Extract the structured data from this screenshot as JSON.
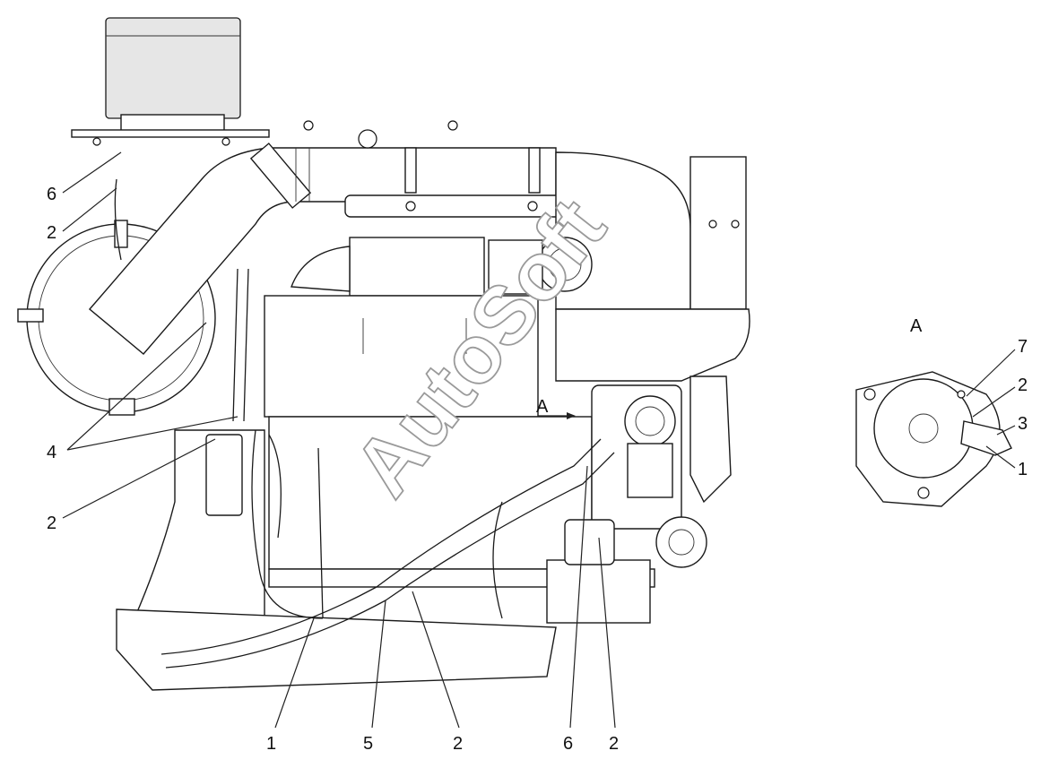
{
  "view_label": "A",
  "arrow_label": "A",
  "watermark": "AutoSoft",
  "callouts_main": [
    "6",
    "2",
    "4",
    "2",
    "1",
    "5",
    "2",
    "6",
    "2"
  ],
  "callouts_detail": [
    "7",
    "2",
    "3",
    "1"
  ]
}
